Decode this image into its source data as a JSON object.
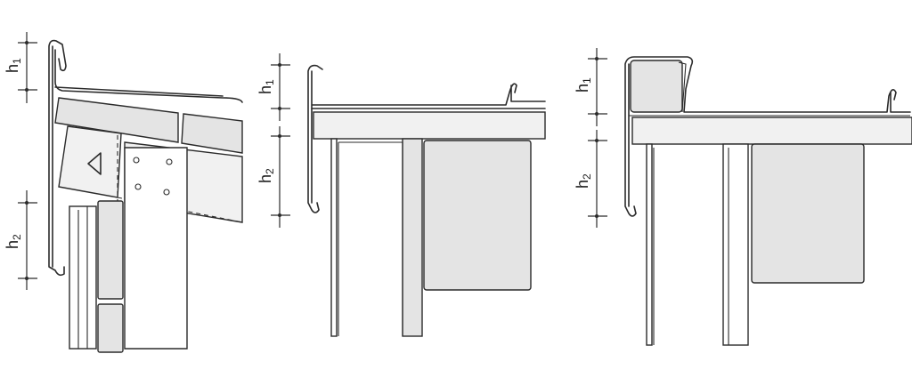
{
  "figure": {
    "background": "#ffffff",
    "line_color": "#2b2b2b",
    "fill_light": "#f1f1f1",
    "fill_mid": "#e4e4e4"
  },
  "panels": [
    {
      "id": "left",
      "labels": {
        "h1": {
          "main": "h",
          "sub": "1"
        },
        "h2": {
          "main": "h",
          "sub": "2"
        }
      }
    },
    {
      "id": "middle",
      "labels": {
        "h1": {
          "main": "h",
          "sub": "1"
        },
        "h2": {
          "main": "h",
          "sub": "2"
        }
      }
    },
    {
      "id": "right",
      "labels": {
        "h1": {
          "main": "h",
          "sub": "1"
        },
        "h2": {
          "main": "h",
          "sub": "2"
        }
      }
    }
  ]
}
